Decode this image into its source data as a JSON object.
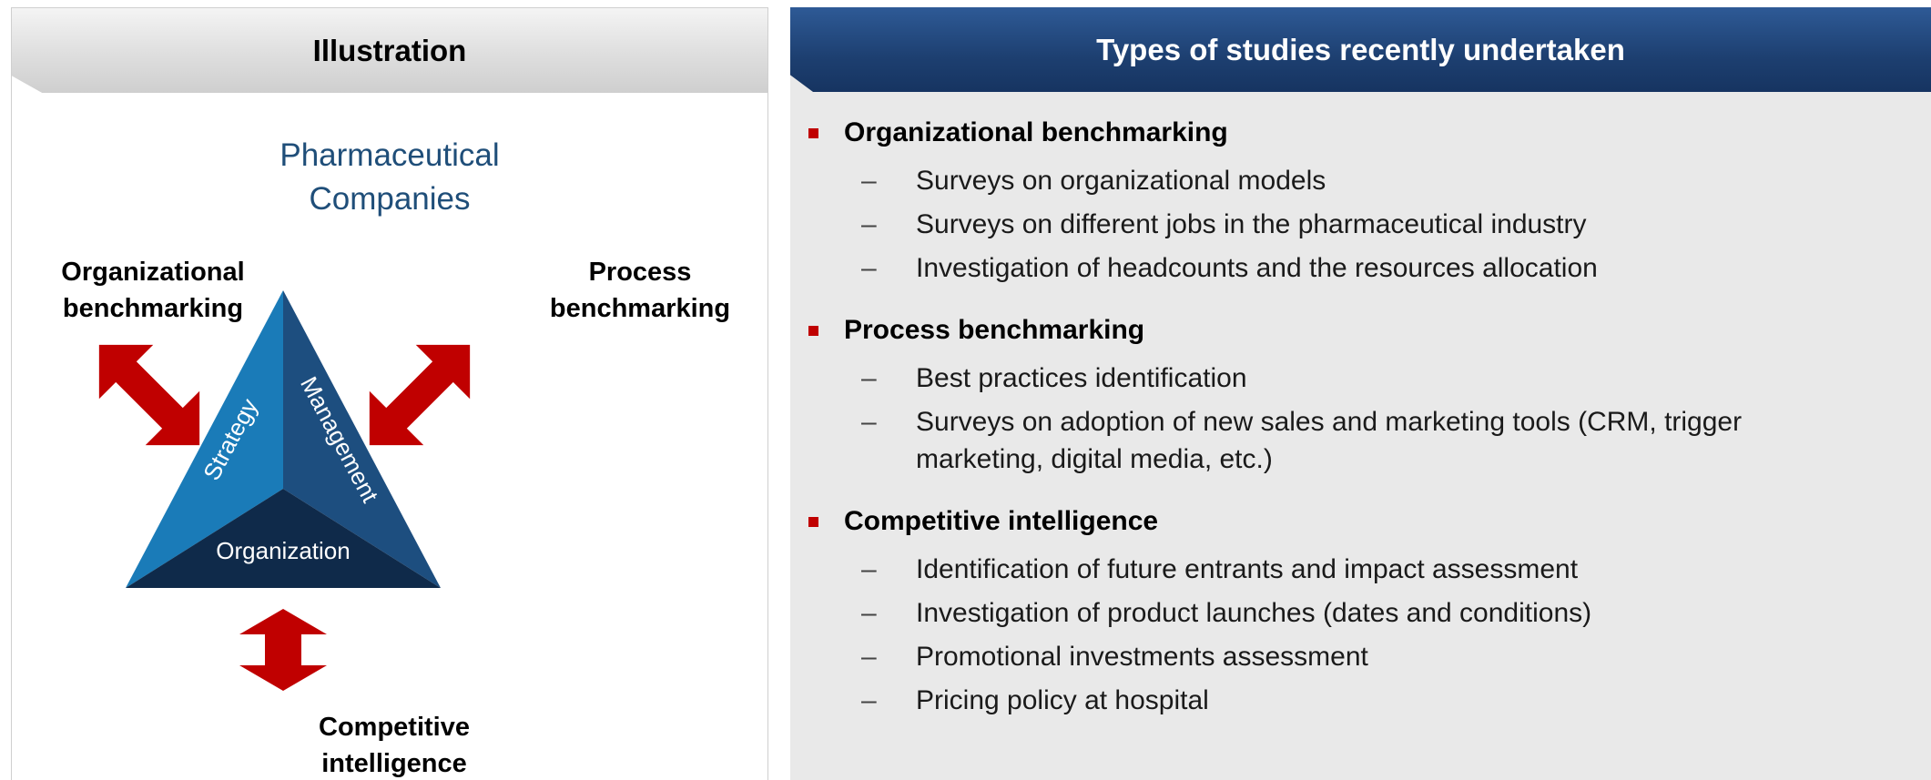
{
  "left": {
    "header": "Illustration",
    "company_line1": "Pharmaceutical",
    "company_line2": "Companies",
    "label_org_line1": "Organizational",
    "label_org_line2": "benchmarking",
    "label_proc_line1": "Process",
    "label_proc_line2": "benchmarking",
    "label_comp_line1": "Competitive",
    "label_comp_line2": "intelligence",
    "triangle": {
      "strategy": "Strategy",
      "management": "Management",
      "organization": "Organization"
    },
    "colors": {
      "strategy": "#1a7bb8",
      "management": "#1d4e7f",
      "organization": "#0f2a4a",
      "arrow": "#c00000",
      "company_text": "#1f4e79"
    }
  },
  "right": {
    "header": "Types of studies recently undertaken",
    "sections": [
      {
        "title": "Organizational benchmarking",
        "items": [
          "Surveys on organizational models",
          "Surveys on different jobs in the pharmaceutical industry",
          "Investigation of headcounts and the resources allocation"
        ]
      },
      {
        "title": "Process benchmarking",
        "items": [
          "Best practices identification",
          "Surveys on adoption of new sales and marketing tools (CRM, trigger marketing, digital media, etc.)"
        ]
      },
      {
        "title": "Competitive intelligence",
        "items": [
          "Identification of future entrants and impact assessment",
          "Investigation of product launches (dates and conditions)",
          "Promotional investments assessment",
          "Pricing policy at hospital"
        ]
      }
    ],
    "colors": {
      "header_bg": "#1d3f70",
      "bullet": "#c00000"
    }
  }
}
